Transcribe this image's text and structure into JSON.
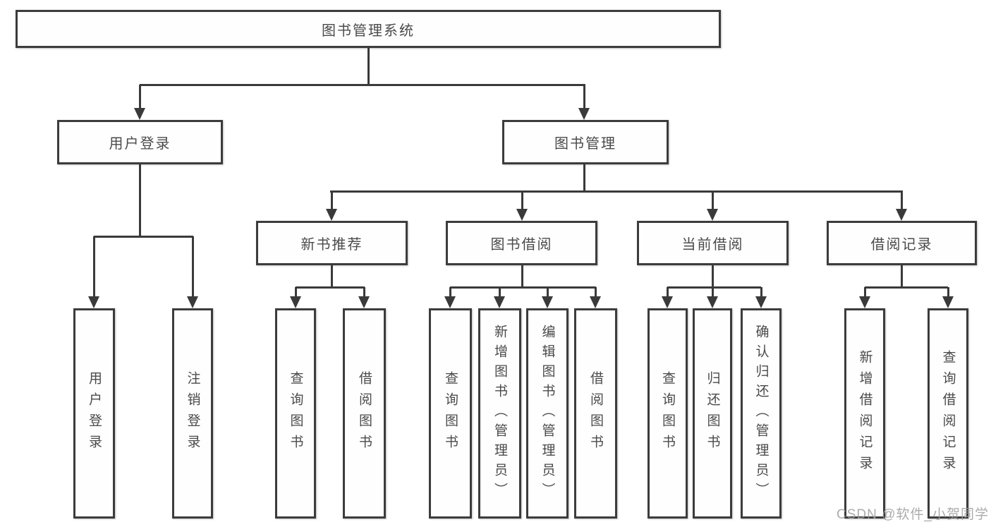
{
  "diagram": {
    "root": {
      "label": "图书管理系统"
    },
    "level2": [
      {
        "id": "user-login",
        "label": "用户登录"
      },
      {
        "id": "book-management",
        "label": "图书管理"
      }
    ],
    "level3": [
      {
        "id": "new-book-recommend",
        "label": "新书推荐",
        "parent": "图书管理"
      },
      {
        "id": "book-borrow",
        "label": "图书借阅",
        "parent": "图书管理"
      },
      {
        "id": "current-borrow",
        "label": "当前借阅",
        "parent": "图书管理"
      },
      {
        "id": "borrow-records",
        "label": "借阅记录",
        "parent": "图书管理"
      }
    ],
    "leaves": {
      "user_login": [
        "用户登录",
        "注销登录"
      ],
      "new_book_recommend": [
        "查询图书",
        "借阅图书"
      ],
      "book_borrow": [
        "查询图书",
        "新增图书（管理员）",
        "编辑图书（管理员）",
        "借阅图书"
      ],
      "current_borrow": [
        "查询图书",
        "归还图书",
        "确认归还（管理员）"
      ],
      "borrow_records": [
        "新增借阅记录",
        "查询借阅记录"
      ]
    },
    "colors": {
      "line": "#3a3a3a",
      "box_border": "#3c3c3c",
      "text": "#4a4a4a",
      "watermark": "#9c9c9c",
      "background": "#ffffff"
    }
  },
  "watermark": {
    "text": "CSDN @软件_小贺同学"
  }
}
